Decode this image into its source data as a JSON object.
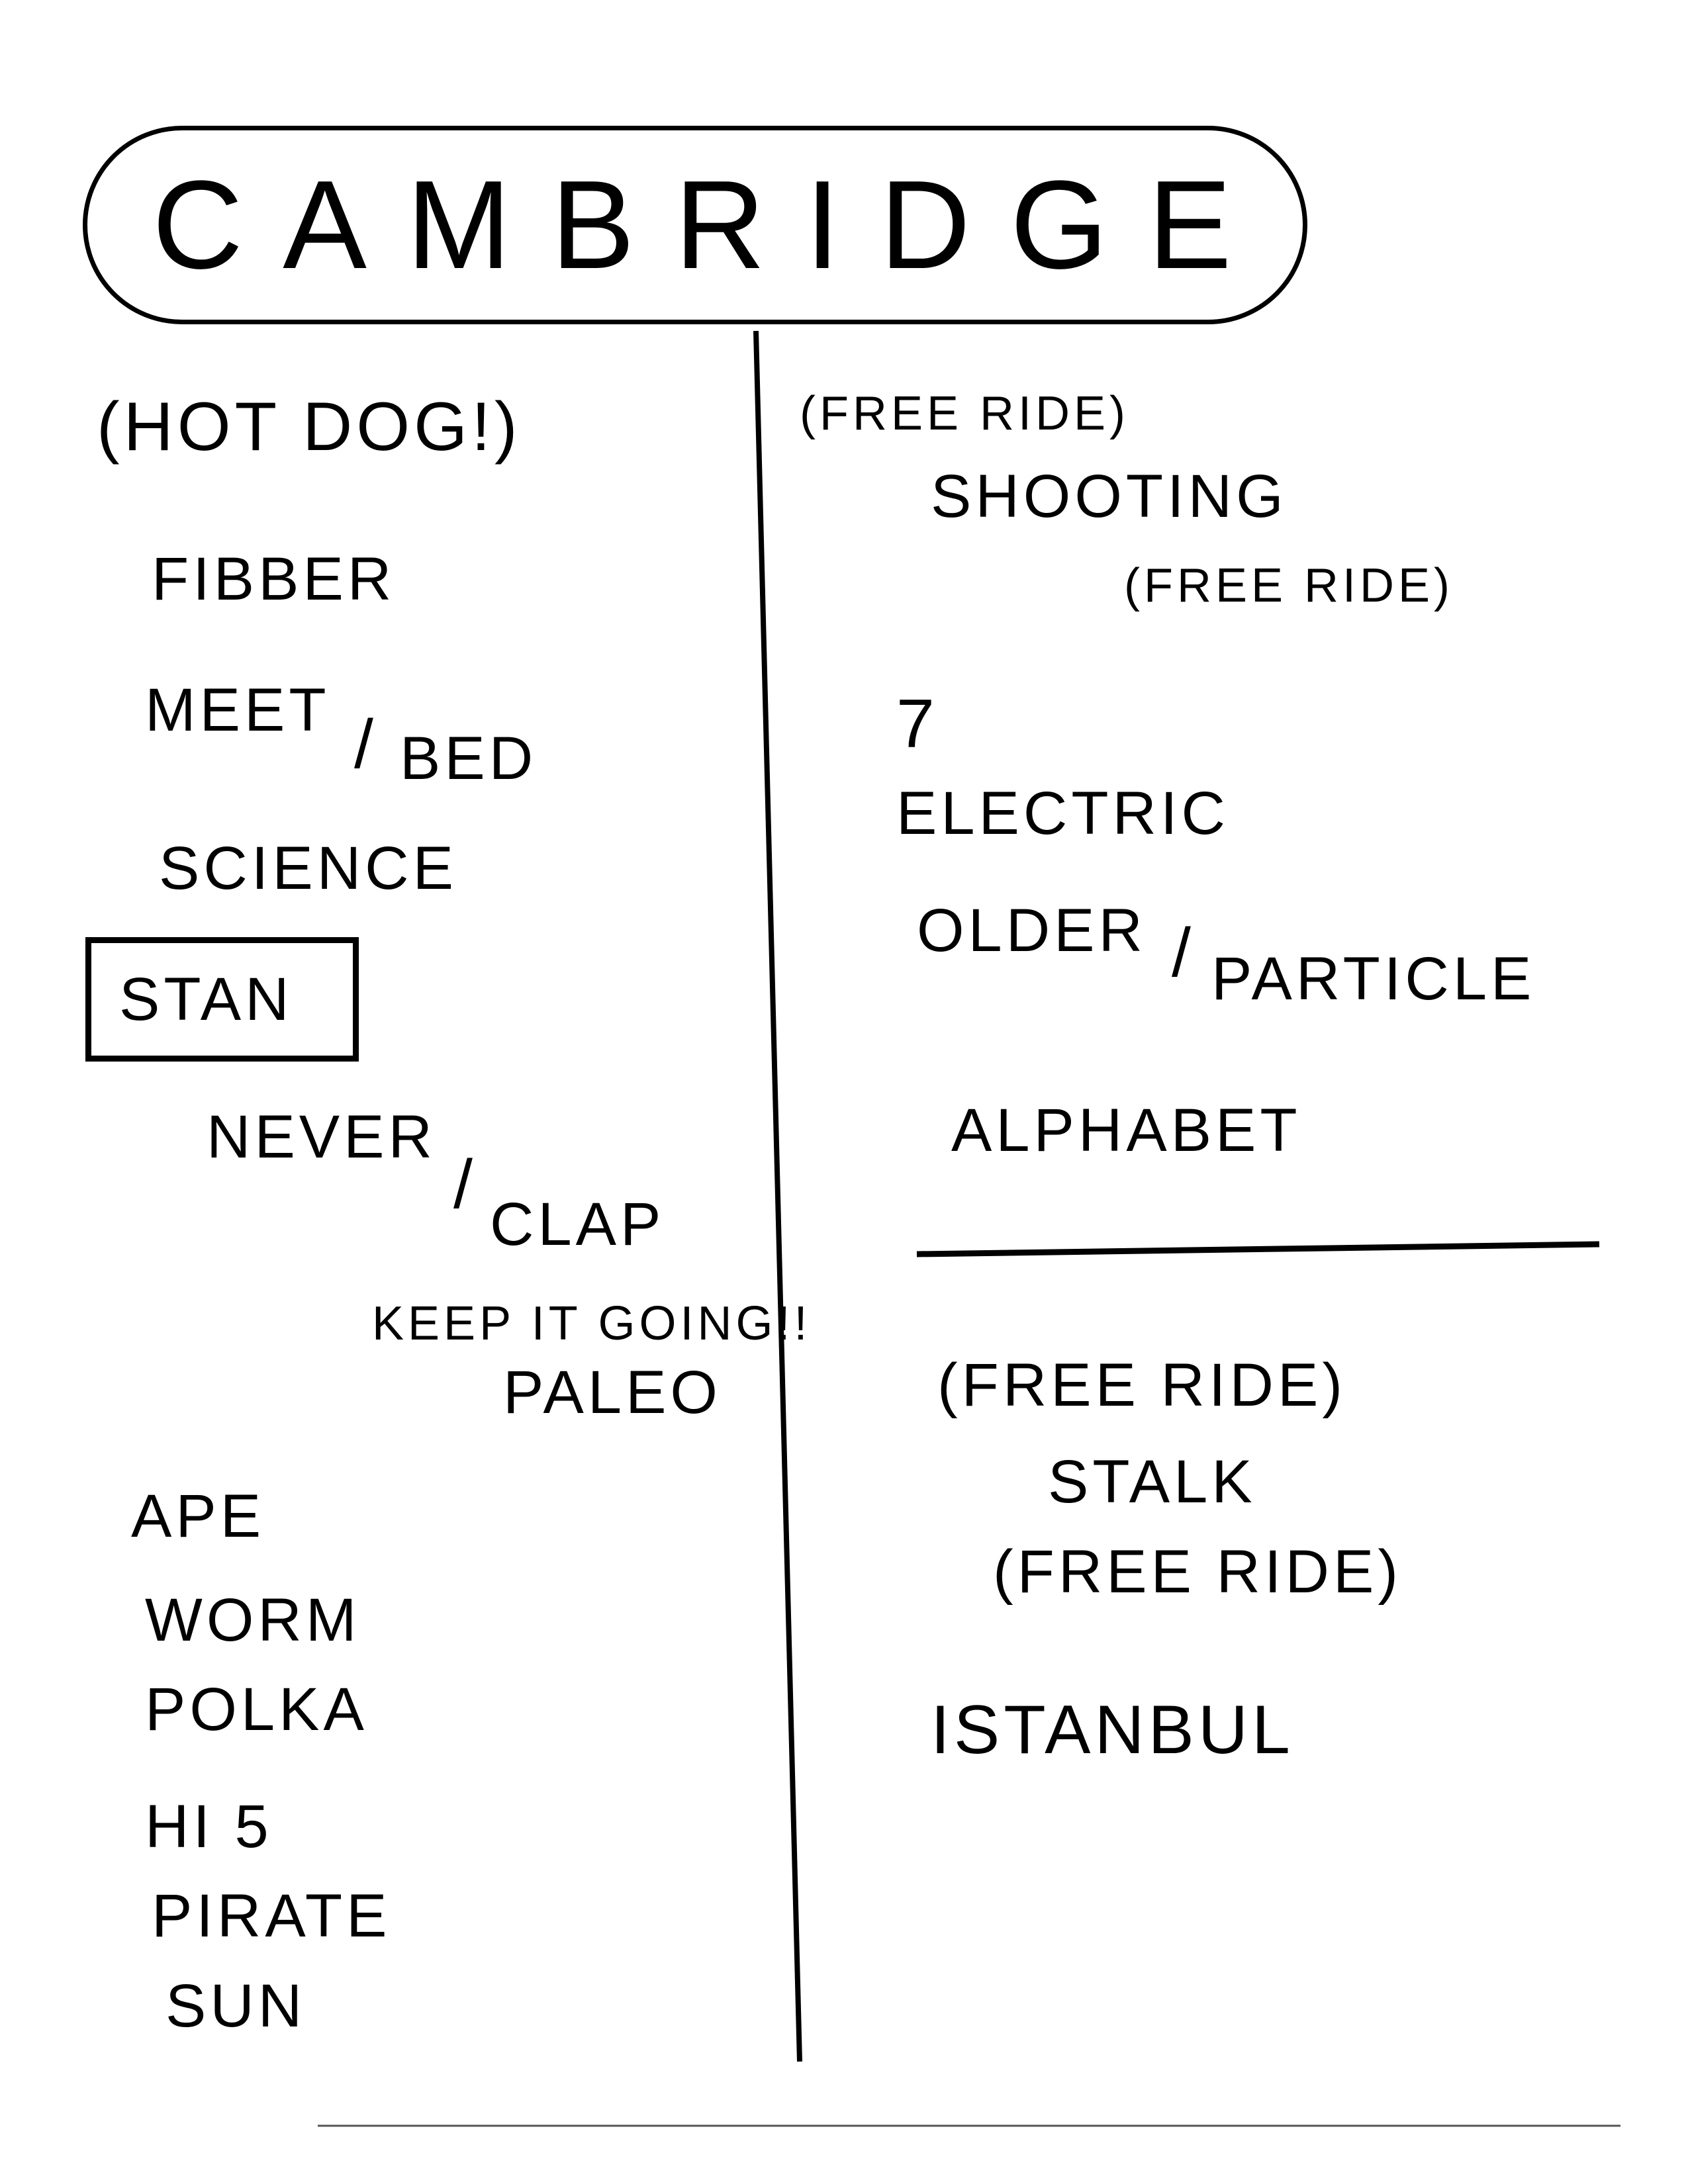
{
  "title": "CAMBRIDGE",
  "left_column": {
    "hot_dog": "(HOT DOG!)",
    "fibber": "FIBBER",
    "meet": "MEET",
    "bed": "BED",
    "science": "SCIENCE",
    "stan": "STAN",
    "never": "NEVER",
    "clap": "CLAP",
    "keep_it_going": "KEEP IT GOING!!",
    "paleo": "PALEO",
    "ape": "APE",
    "worm": "WORM",
    "polka": "POLKA",
    "hi5": "HI 5",
    "pirate": "PIRATE",
    "sun": "SUN"
  },
  "right_column": {
    "free_ride_1": "(FREE RIDE)",
    "shooting": "SHOOTING",
    "free_ride_2": "(FREE RIDE)",
    "seven": "7",
    "electric": "ELECTRIC",
    "older": "OLDER",
    "particle": "PARTICLE",
    "alphabet": "ALPHABET",
    "free_ride_3": "(FREE RIDE)",
    "stalk": "STALK",
    "free_ride_4": "(FREE RIDE)",
    "istanbul": "ISTANBUL"
  },
  "slash": "/"
}
